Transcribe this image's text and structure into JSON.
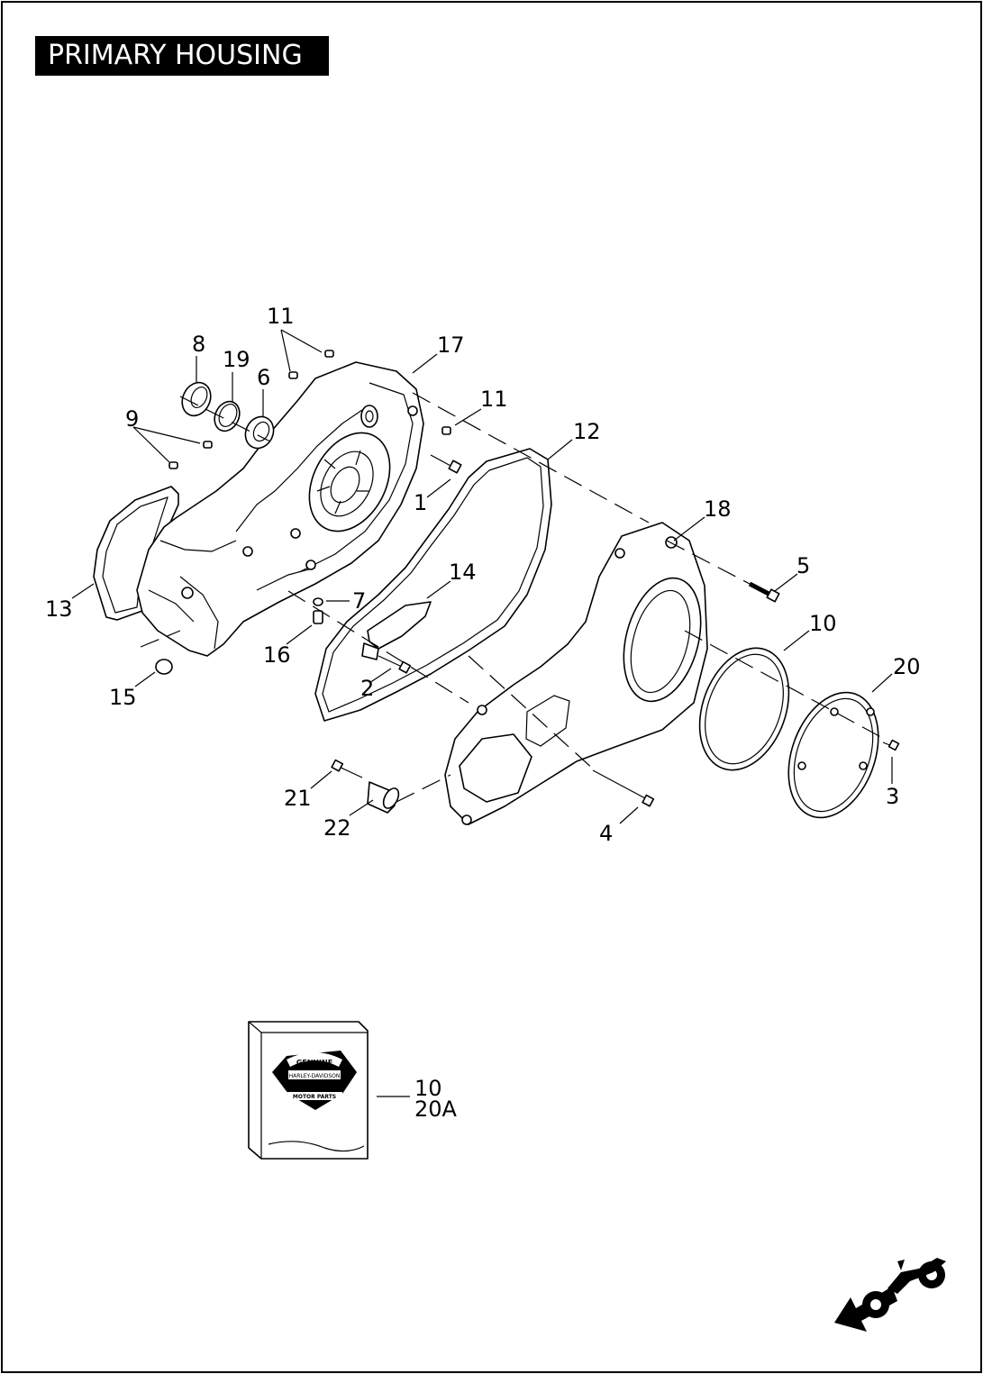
{
  "title": "PRIMARY HOUSING",
  "callouts": [
    {
      "id": "c11a",
      "text": "11"
    },
    {
      "id": "c8",
      "text": "8"
    },
    {
      "id": "c19",
      "text": "19"
    },
    {
      "id": "c6",
      "text": "6"
    },
    {
      "id": "c17",
      "text": "17"
    },
    {
      "id": "c11b",
      "text": "11"
    },
    {
      "id": "c9",
      "text": "9"
    },
    {
      "id": "c12",
      "text": "12"
    },
    {
      "id": "c1",
      "text": "1"
    },
    {
      "id": "c18",
      "text": "18"
    },
    {
      "id": "c5",
      "text": "5"
    },
    {
      "id": "c14",
      "text": "14"
    },
    {
      "id": "c7",
      "text": "7"
    },
    {
      "id": "c13",
      "text": "13"
    },
    {
      "id": "c10",
      "text": "10"
    },
    {
      "id": "c16",
      "text": "16"
    },
    {
      "id": "c20",
      "text": "20"
    },
    {
      "id": "c2",
      "text": "2"
    },
    {
      "id": "c15",
      "text": "15"
    },
    {
      "id": "c3",
      "text": "3"
    },
    {
      "id": "c21",
      "text": "21"
    },
    {
      "id": "c22",
      "text": "22"
    },
    {
      "id": "c4",
      "text": "4"
    }
  ],
  "kit": {
    "line1": "10",
    "line2": "20A",
    "logo_top": "GENUINE",
    "logo_mid": "HARLEY-DAVIDSON",
    "logo_bottom": "MOTOR PARTS"
  },
  "icons": {
    "direction": "motorcycle-forward-arrow-icon"
  }
}
